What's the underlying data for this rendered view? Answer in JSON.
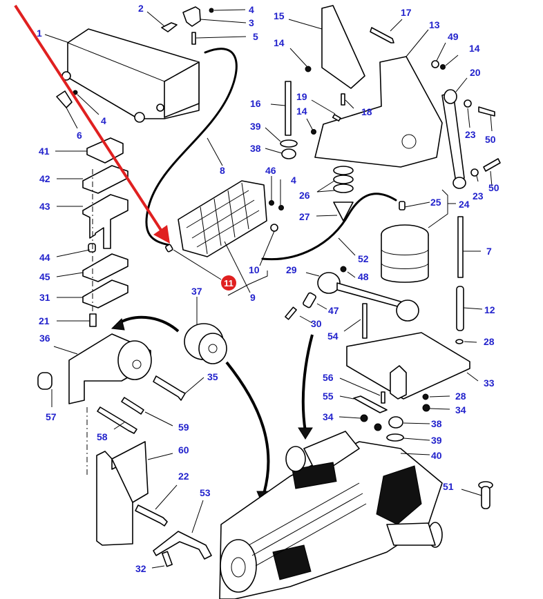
{
  "diagram": {
    "type": "exploded-parts-diagram",
    "subject": "Cab / transmission suspension mounting assembly",
    "callout_color": "#2222cc",
    "highlight": {
      "part_number": "11",
      "badge_color": "#e02020",
      "pointer_arrow_color": "#e02020",
      "description": "Red arrow pointing at highlighted fitting"
    },
    "callouts": [
      {
        "id": "1",
        "label": "1"
      },
      {
        "id": "2",
        "label": "2"
      },
      {
        "id": "3",
        "label": "3"
      },
      {
        "id": "4a",
        "label": "4"
      },
      {
        "id": "5",
        "label": "5"
      },
      {
        "id": "4b",
        "label": "4"
      },
      {
        "id": "6",
        "label": "6"
      },
      {
        "id": "8",
        "label": "8"
      },
      {
        "id": "41",
        "label": "41"
      },
      {
        "id": "42",
        "label": "42"
      },
      {
        "id": "43",
        "label": "43"
      },
      {
        "id": "44",
        "label": "44"
      },
      {
        "id": "45",
        "label": "45"
      },
      {
        "id": "31",
        "label": "31"
      },
      {
        "id": "21",
        "label": "21"
      },
      {
        "id": "9",
        "label": "9"
      },
      {
        "id": "10",
        "label": "10"
      },
      {
        "id": "37",
        "label": "37"
      },
      {
        "id": "36",
        "label": "36"
      },
      {
        "id": "57",
        "label": "57"
      },
      {
        "id": "35",
        "label": "35"
      },
      {
        "id": "59",
        "label": "59"
      },
      {
        "id": "58",
        "label": "58"
      },
      {
        "id": "60",
        "label": "60"
      },
      {
        "id": "22",
        "label": "22"
      },
      {
        "id": "53",
        "label": "53"
      },
      {
        "id": "32",
        "label": "32"
      },
      {
        "id": "15",
        "label": "15"
      },
      {
        "id": "14a",
        "label": "14"
      },
      {
        "id": "17",
        "label": "17"
      },
      {
        "id": "13",
        "label": "13"
      },
      {
        "id": "49",
        "label": "49"
      },
      {
        "id": "14b",
        "label": "14"
      },
      {
        "id": "20",
        "label": "20"
      },
      {
        "id": "16",
        "label": "16"
      },
      {
        "id": "19",
        "label": "19"
      },
      {
        "id": "18",
        "label": "18"
      },
      {
        "id": "14c",
        "label": "14"
      },
      {
        "id": "39a",
        "label": "39"
      },
      {
        "id": "38a",
        "label": "38"
      },
      {
        "id": "23a",
        "label": "23"
      },
      {
        "id": "50a",
        "label": "50"
      },
      {
        "id": "46",
        "label": "46"
      },
      {
        "id": "4c",
        "label": "4"
      },
      {
        "id": "26",
        "label": "26"
      },
      {
        "id": "25",
        "label": "25"
      },
      {
        "id": "24",
        "label": "24"
      },
      {
        "id": "23b",
        "label": "23"
      },
      {
        "id": "50b",
        "label": "50"
      },
      {
        "id": "27",
        "label": "27"
      },
      {
        "id": "7",
        "label": "7"
      },
      {
        "id": "52",
        "label": "52"
      },
      {
        "id": "29",
        "label": "29"
      },
      {
        "id": "48",
        "label": "48"
      },
      {
        "id": "47",
        "label": "47"
      },
      {
        "id": "12",
        "label": "12"
      },
      {
        "id": "30",
        "label": "30"
      },
      {
        "id": "54",
        "label": "54"
      },
      {
        "id": "28a",
        "label": "28"
      },
      {
        "id": "33",
        "label": "33"
      },
      {
        "id": "56",
        "label": "56"
      },
      {
        "id": "55",
        "label": "55"
      },
      {
        "id": "28b",
        "label": "28"
      },
      {
        "id": "34a",
        "label": "34"
      },
      {
        "id": "34b",
        "label": "34"
      },
      {
        "id": "38b",
        "label": "38"
      },
      {
        "id": "39b",
        "label": "39"
      },
      {
        "id": "40",
        "label": "40"
      },
      {
        "id": "51",
        "label": "51"
      }
    ]
  }
}
